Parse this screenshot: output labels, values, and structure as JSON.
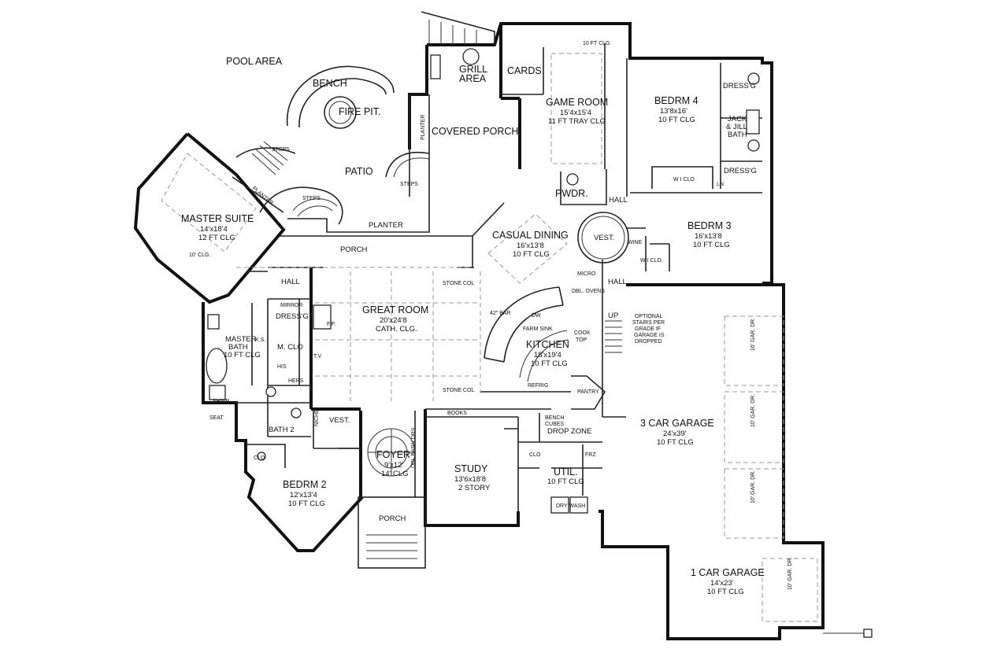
{
  "plan": {
    "labels": {
      "pool_area": "POOL AREA",
      "bench": "BENCH",
      "fire_pit": "FIRE PIT.",
      "patio": "PATIO",
      "steps_1": "STEPS",
      "steps_2": "STEPS",
      "steps_3": "STEPS",
      "planter_1": "PLANTER",
      "planter_2": "PLANTER",
      "planter_3": "PLANTER",
      "porch_rear": "PORCH",
      "covered_porch": "COVERED PORCH",
      "grill_area_1": "GRILL",
      "grill_area_2": "AREA",
      "cards": "CARDS",
      "game_room": "GAME ROOM",
      "game_room_dim": "15'4x15'4",
      "game_room_clg": "11 FT TRAY CLG",
      "game_room_top_clg": "10 FT CLG",
      "bedrm4": "BEDRM 4",
      "bedrm4_dim": "13'8x16'",
      "bedrm4_clg": "10 FT CLG",
      "dressg_top": "DRESS'G",
      "jack_jill_1": "JACK",
      "jack_jill_2": "& JILL",
      "jack_jill_3": "BATH",
      "dressg_mid": "DRESS'G",
      "wi_clo_top": "W I CLO",
      "ln": "LN",
      "hall_top": "HALL",
      "pwdr": "PWDR.",
      "casual_dining": "CASUAL DINING",
      "casual_dining_dim": "16'x13'8",
      "casual_dining_clg": "10 FT CLG",
      "vest_center": "VEST.",
      "wine": "WINE",
      "wi_clo_mid": "W I CLO.",
      "bedrm3": "BEDRM 3",
      "bedrm3_dim": "16'x13'8",
      "bedrm3_clg": "10 FT CLG",
      "hall_mid": "HALL",
      "master_suite": "MASTER SUITE",
      "master_suite_dim": "14'x18'4",
      "master_suite_clg": "12 FT CLG",
      "master_clg_small": "10' CLG.",
      "porch_mid": "PORCH",
      "hall_left": "HALL",
      "mirror": "MIRROR",
      "dressg_left": "DRESS'G",
      "fp": "F.P.",
      "great_room": "GREAT ROOM",
      "great_room_dim": "20'x24'8",
      "great_room_clg": "CATH. CLG.",
      "stone_col_1": "STONE COL",
      "stone_col_2": "STONE COL",
      "micro": "MICRO",
      "dbl_ovens": "DBL. OVENS",
      "bar_top": "42\" BAR",
      "dw": "DW",
      "farm_sink": "FARM SINK",
      "cooktop_1": "COOK",
      "cooktop_2": "TOP",
      "kitchen": "KITCHEN",
      "kitchen_dim": "18'x19'4",
      "kitchen_clg": "10 FT CLG",
      "refrig": "REFRIG",
      "pantry": "PANTRY",
      "up": "UP",
      "optional_stairs_1": "OPTIONAL",
      "optional_stairs_2": "STAIRS PER",
      "optional_stairs_3": "GRADE IF",
      "optional_stairs_4": "GARAGE IS",
      "optional_stairs_5": "DROPPED",
      "master_bath": "MASTER",
      "master_bath_2": "BATH",
      "master_bath_clg": "10 FT CLG",
      "ks": "K.S.",
      "m_clo": "M. CLO",
      "his": "HIS",
      "hers": "HERS",
      "tv": "T.V",
      "shwr": "SHWR",
      "seat": "SEAT",
      "bath2": "BATH 2",
      "niche": "NICHE",
      "vest_left": "VEST.",
      "clo_left": "CLO.",
      "bedrm2": "BEDRM 2",
      "bedrm2_dim": "12'x13'4",
      "bedrm2_clg": "10 FT CLG",
      "foyer": "FOYER",
      "foyer_dim": "9'x12'",
      "foyer_clg": "14' CLG",
      "dbl_barn_drs": "DBL BARN DRS",
      "porch_front": "PORCH",
      "books": "BOOKS",
      "study": "STUDY",
      "study_dim": "13'6x18'8",
      "study_clg": "2 STORY",
      "bench_cubes_1": "BENCH",
      "bench_cubes_2": "CUBES",
      "drop_zone": "DROP ZONE",
      "clo_util": "CLO",
      "util": "UTIL.",
      "util_clg": "10 FT CLG",
      "frz": "FRZ",
      "dry_wash": "DRY WASH",
      "garage3": "3 CAR GARAGE",
      "garage3_dim": "24'x39'",
      "garage3_clg": "10 FT CLG",
      "gar_dr_1": "16' GAR. DR.",
      "gar_dr_2": "10' GAR. DR.",
      "gar_dr_3": "10' GAR. DR.",
      "garage1": "1 CAR GARAGE",
      "garage1_dim": "14'x23'",
      "garage1_clg": "10 FT CLG",
      "gar_dr_4": "10' GAR. DR."
    }
  }
}
